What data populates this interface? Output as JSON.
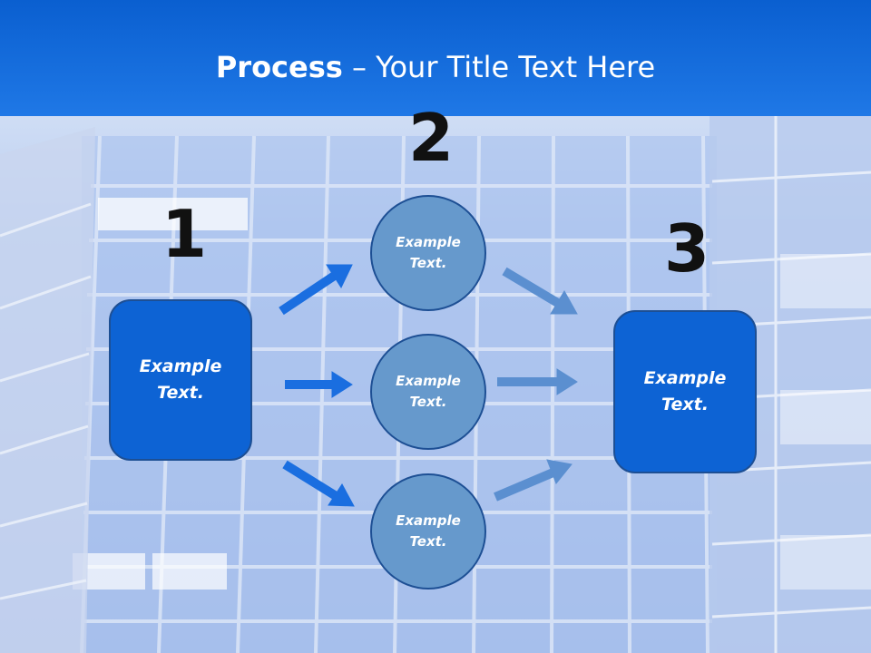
{
  "title": {
    "bold": "Process",
    "rest": " – Your Title Text Here"
  },
  "steps": {
    "one": {
      "number": "1",
      "text": "Example Text."
    },
    "two": {
      "number": "2"
    },
    "three": {
      "number": "3",
      "text": "Example Text."
    }
  },
  "circles": [
    {
      "text": "Example Text."
    },
    {
      "text": "Example Text."
    },
    {
      "text": "Example Text."
    }
  ],
  "colors": {
    "header": "#0a5fd0",
    "box_fill": "#0d63d4",
    "circle_fill": "#6699cc",
    "arrow_left": "#1a6ee0",
    "arrow_right": "#5b8fd0"
  }
}
